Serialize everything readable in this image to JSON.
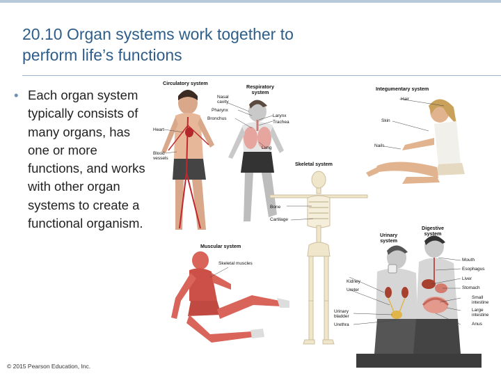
{
  "slide": {
    "title_line1": "20.10 Organ systems work together to",
    "title_line2": "perform life’s functions",
    "bullet": {
      "part1": "Each ",
      "bold": "organ system",
      "part2": " typically consists of many organs, has one or more functions, and works with other organ systems to create a functional organism."
    },
    "copyright": "© 2015 Pearson Education, Inc."
  },
  "figure": {
    "systems": {
      "circulatory": "Circulatory system",
      "respiratory_line1": "Respiratory",
      "respiratory_line2": "system",
      "integumentary": "Integumentary system",
      "skeletal": "Skeletal system",
      "muscular": "Muscular system",
      "urinary_line1": "Urinary",
      "urinary_line2": "system",
      "digestive_line1": "Digestive",
      "digestive_line2": "system"
    },
    "labels": {
      "heart": "Heart",
      "blood_vessels_1": "Blood",
      "blood_vessels_2": "vessels",
      "nasal_cavity_1": "Nasal",
      "nasal_cavity_2": "cavity",
      "pharynx": "Pharynx",
      "bronchus": "Bronchus",
      "larynx": "Larynx",
      "trachea": "Trachea",
      "lung": "Lung",
      "hair": "Hair",
      "skin": "Skin",
      "nails": "Nails",
      "bone": "Bone",
      "cartilage": "Cartilage",
      "skeletal_muscles": "Skeletal muscles",
      "kidney": "Kidney",
      "ureter": "Ureter",
      "urinary_bladder_1": "Urinary",
      "urinary_bladder_2": "bladder",
      "urethra": "Urethra",
      "mouth": "Mouth",
      "esophagus": "Esophagus",
      "liver": "Liver",
      "stomach": "Stomach",
      "small_intestine_1": "Small",
      "small_intestine_2": "intestine",
      "large_intestine_1": "Large",
      "large_intestine_2": "intestine",
      "anus": "Anus"
    }
  },
  "colors": {
    "title": "#2e5d8a",
    "bullet_dot": "#6b8fb3",
    "top_bar": "#b7c9d8"
  }
}
